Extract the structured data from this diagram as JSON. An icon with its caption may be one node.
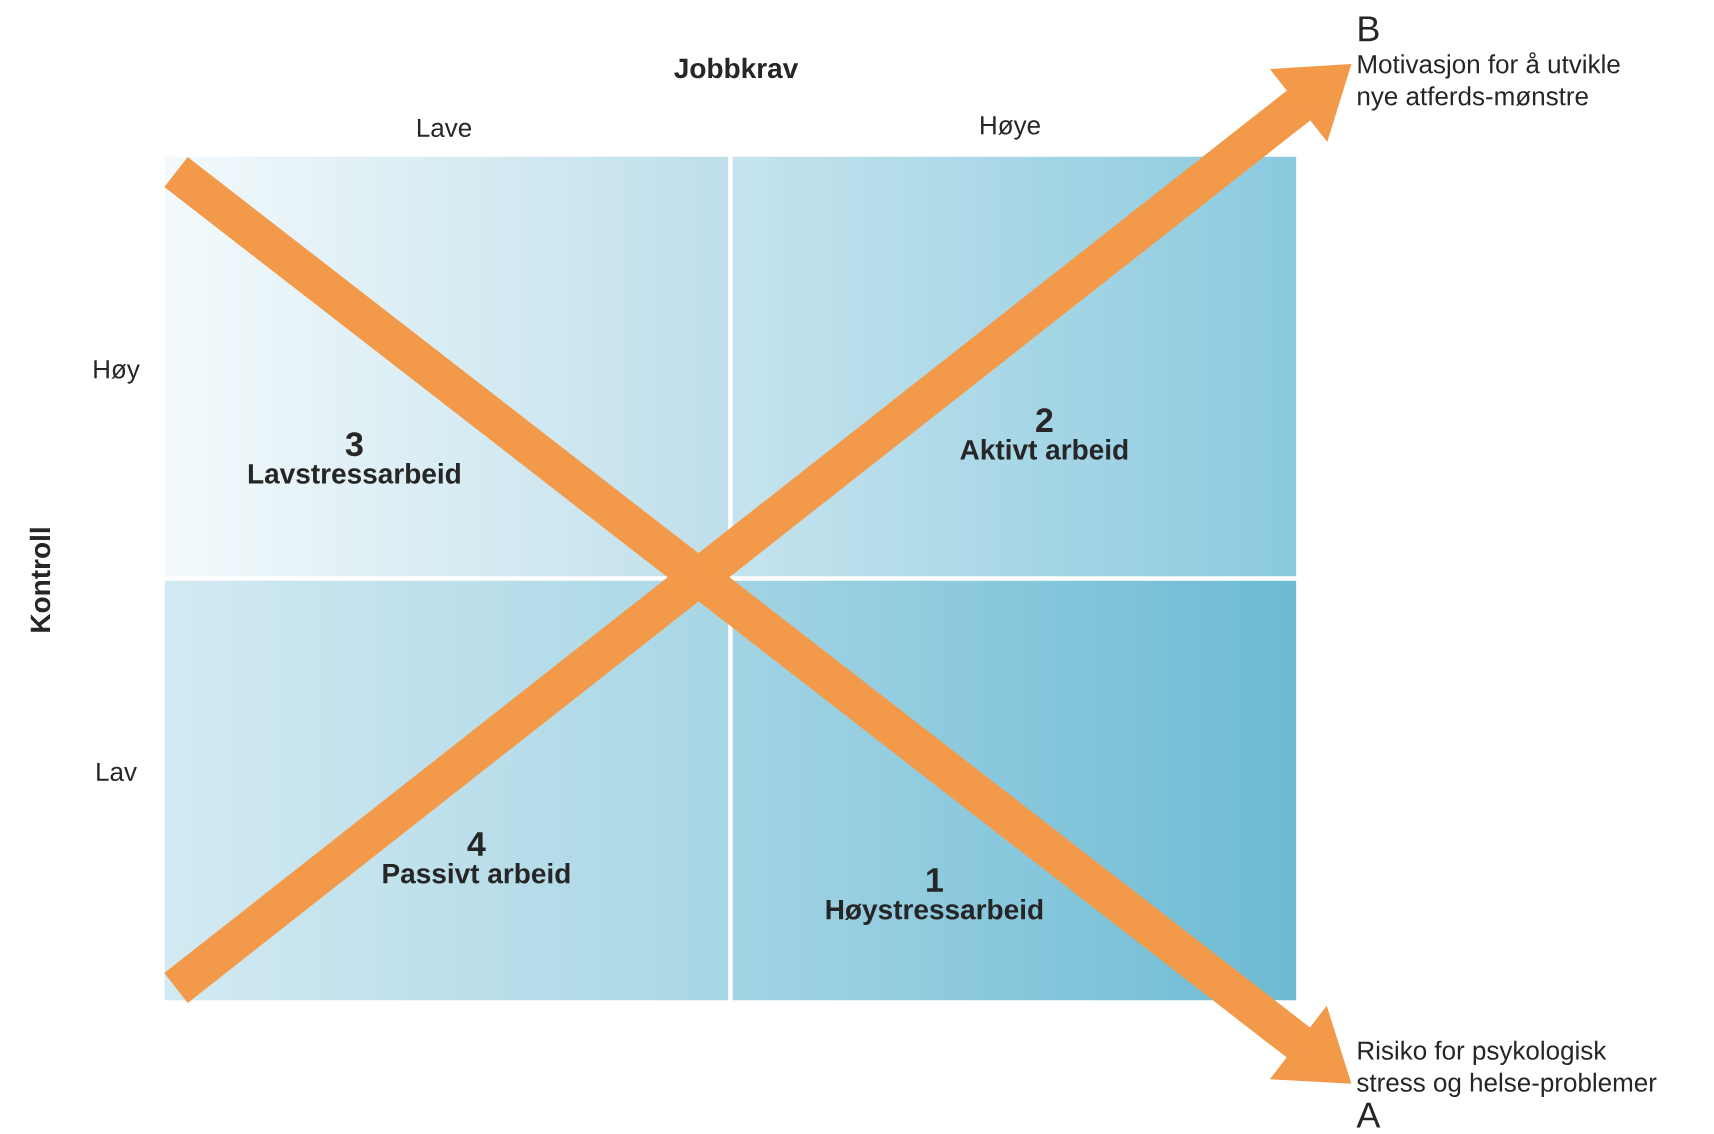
{
  "diagram": {
    "nodes": [
      {
        "text": [
          "3",
          "Lavstressarbeid"
        ]
      },
      {
        "text": [
          "2",
          "Aktivt arbeid"
        ]
      },
      {
        "text": [
          "4",
          "Passivt arbeid"
        ]
      },
      {
        "text": [
          "1",
          "Høystressarbeid"
        ]
      },
      {
        "text": [
          "B",
          "Motivasjon for å utvikle nye atferds-mønstre"
        ]
      },
      {
        "text": [
          "Risiko for psykologisk stress og helse-problemer",
          "A"
        ]
      }
    ],
    "edges": [
      {
        "from": null,
        "to": 4,
        "arrow": "to"
      },
      {
        "from": null,
        "to": 5,
        "arrow": "to"
      }
    ],
    "labels": [
      "Jobbkrav",
      "Lave",
      "Høye",
      "Kontroll",
      "Høy",
      "Lav"
    ]
  }
}
